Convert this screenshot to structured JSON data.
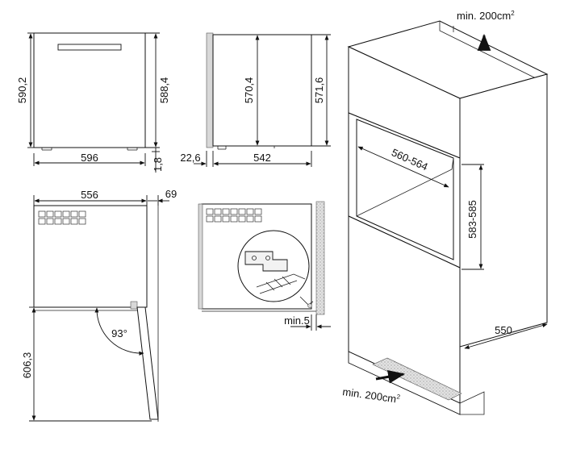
{
  "diagram": {
    "front_view": {
      "height_outer": "590,2",
      "height_inner": "588,4",
      "width": "596",
      "gap": "1,8"
    },
    "side_view": {
      "depth_front": "22,6",
      "depth": "542",
      "height_inner": "570,4",
      "height_outer": "571,6"
    },
    "door_open_view": {
      "width": "556",
      "door_thickness": "69",
      "angle": "93°",
      "door_height": "606,3"
    },
    "detail_view": {
      "min_gap": "min.5"
    },
    "niche_view": {
      "vent_top_prefix": "min. 200cm",
      "vent_top_sup": "2",
      "niche_width": "560-564",
      "niche_height": "583-585",
      "depth": "550",
      "vent_bottom_prefix": "min. 200cm",
      "vent_bottom_sup": "2"
    }
  }
}
